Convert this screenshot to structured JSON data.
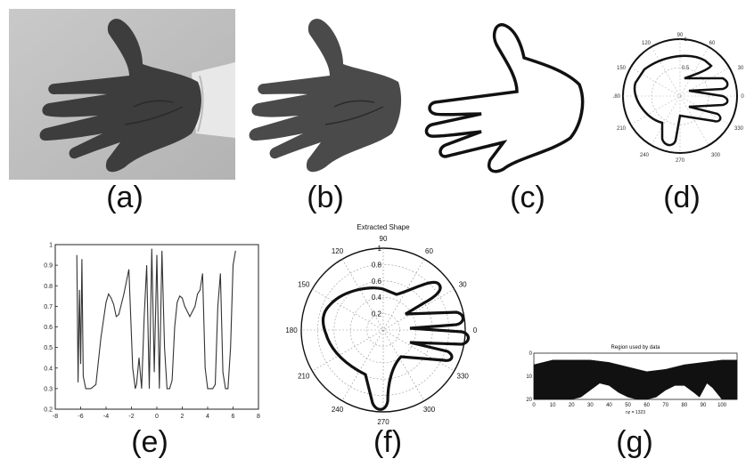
{
  "captions": {
    "a": "(a)",
    "b": "(b)",
    "c": "(c)",
    "d": "(d)",
    "e": "(e)",
    "f": "(f)",
    "g": "(g)"
  },
  "panel_d": {
    "angle_labels": [
      "90",
      "60",
      "30",
      "0",
      "330",
      "300",
      "270",
      "240",
      "210",
      "180",
      "150",
      "120"
    ],
    "radial_labels": [
      "0.5",
      "1"
    ]
  },
  "chart_data": [
    {
      "type": "line",
      "panel": "e",
      "title": "",
      "xlim": [
        -8,
        8
      ],
      "ylim": [
        0.2,
        1
      ],
      "x_ticks": [
        "-8",
        "-6",
        "-4",
        "-2",
        "0",
        "2",
        "4",
        "6",
        "8"
      ],
      "y_ticks": [
        "0.2",
        "0.3",
        "0.4",
        "0.5",
        "0.6",
        "0.7",
        "0.8",
        "0.9",
        "1"
      ],
      "x": [
        -6.3,
        -6.2,
        -6.1,
        -6.0,
        -5.9,
        -5.8,
        -5.6,
        -5.2,
        -4.8,
        -4.4,
        -4.0,
        -3.8,
        -3.6,
        -3.4,
        -3.2,
        -3.0,
        -2.6,
        -2.2,
        -1.9,
        -1.7,
        -1.6,
        -1.4,
        -1.2,
        -1.0,
        -0.8,
        -0.6,
        -0.4,
        -0.2,
        0.0,
        0.2,
        0.4,
        0.6,
        0.8,
        1.0,
        1.2,
        1.4,
        1.6,
        1.8,
        2.0,
        2.2,
        2.6,
        3.0,
        3.2,
        3.4,
        3.6,
        3.8,
        4.0,
        4.4,
        4.6,
        4.8,
        5.0,
        5.2,
        5.4,
        5.6,
        5.8,
        6.0,
        6.2
      ],
      "y": [
        0.95,
        0.33,
        0.78,
        0.42,
        0.93,
        0.36,
        0.3,
        0.3,
        0.32,
        0.55,
        0.72,
        0.76,
        0.74,
        0.71,
        0.65,
        0.66,
        0.76,
        0.88,
        0.4,
        0.3,
        0.32,
        0.45,
        0.3,
        0.65,
        0.9,
        0.3,
        0.98,
        0.38,
        0.95,
        0.3,
        0.97,
        0.5,
        0.3,
        0.3,
        0.34,
        0.6,
        0.72,
        0.75,
        0.74,
        0.7,
        0.65,
        0.7,
        0.76,
        0.78,
        0.86,
        0.4,
        0.3,
        0.3,
        0.32,
        0.7,
        0.86,
        0.38,
        0.3,
        0.3,
        0.5,
        0.9,
        0.97
      ],
      "series": [
        {
          "values": []
        }
      ]
    },
    {
      "type": "polar",
      "panel": "f",
      "title": "Extracted Shape",
      "angle_labels": [
        "90",
        "60",
        "30",
        "0",
        "330",
        "300",
        "270",
        "240",
        "210",
        "180",
        "150",
        "120"
      ],
      "radial_labels": [
        "0.2",
        "0.4",
        "0.6",
        "0.8",
        "1"
      ],
      "rlim": [
        0,
        1
      ]
    },
    {
      "type": "heatmap",
      "panel": "g",
      "title": "Region used by data",
      "xlabel": "nz = 1323",
      "x_ticks": [
        "0",
        "10",
        "20",
        "30",
        "40",
        "50",
        "60",
        "70",
        "80",
        "90",
        "100"
      ],
      "y_ticks": [
        "0",
        "10",
        "20"
      ],
      "xlim": [
        0,
        108
      ],
      "ylim": [
        0,
        20
      ],
      "top_profile": [
        [
          0,
          5
        ],
        [
          10,
          3
        ],
        [
          20,
          3
        ],
        [
          30,
          3
        ],
        [
          40,
          4
        ],
        [
          50,
          6
        ],
        [
          55,
          7
        ],
        [
          60,
          8
        ],
        [
          70,
          7
        ],
        [
          80,
          5
        ],
        [
          90,
          4
        ],
        [
          100,
          3
        ],
        [
          108,
          3
        ]
      ],
      "bottom_profile": [
        [
          0,
          20
        ],
        [
          10,
          20
        ],
        [
          20,
          20
        ],
        [
          25,
          19
        ],
        [
          30,
          16
        ],
        [
          35,
          13
        ],
        [
          40,
          14
        ],
        [
          45,
          17
        ],
        [
          50,
          19
        ],
        [
          55,
          20
        ],
        [
          60,
          20
        ],
        [
          65,
          19
        ],
        [
          70,
          16
        ],
        [
          75,
          14
        ],
        [
          80,
          14
        ],
        [
          85,
          17
        ],
        [
          88,
          19
        ],
        [
          92,
          13
        ],
        [
          95,
          15
        ],
        [
          100,
          20
        ],
        [
          108,
          20
        ]
      ]
    }
  ]
}
